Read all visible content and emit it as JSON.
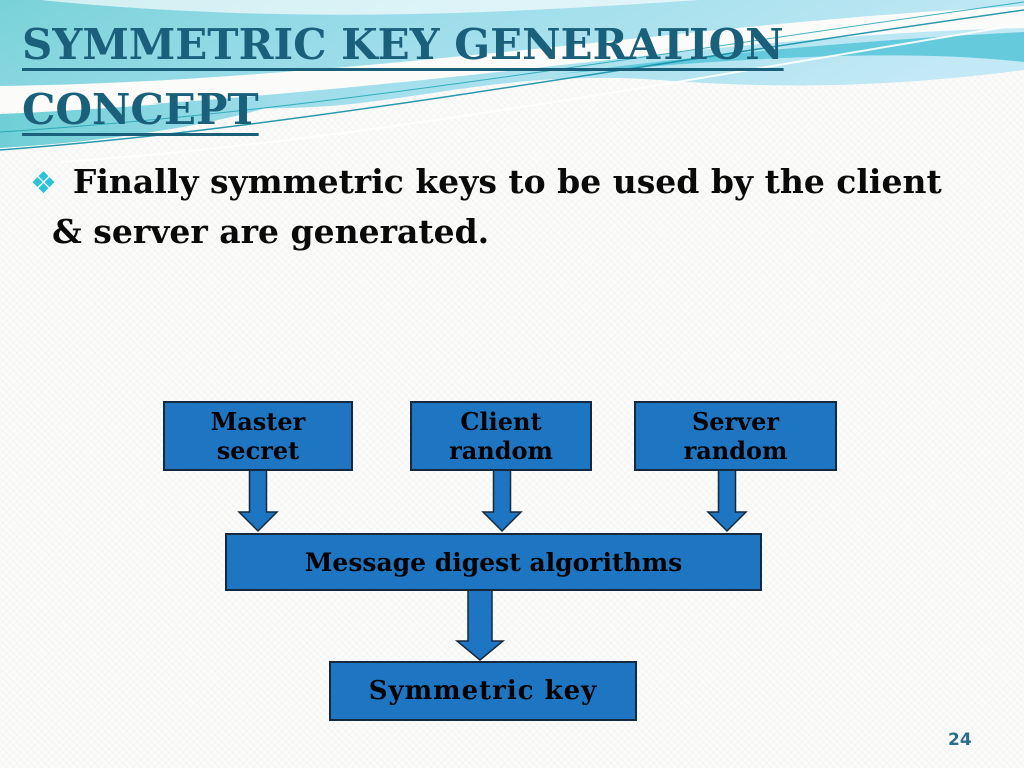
{
  "slide": {
    "title": {
      "line1": "SYMMETRIC KEY GENERATION",
      "line2": "CONCEPT"
    },
    "bullet": {
      "marker": "❖",
      "line1": "Finally symmetric keys to be used by the client",
      "line2": "& server are generated."
    },
    "page_number": "24"
  },
  "diagram": {
    "type": "flowchart",
    "boxes": {
      "master": {
        "line1": "Master",
        "line2": "secret"
      },
      "client": {
        "line1": "Client",
        "line2": "random"
      },
      "server": {
        "line1": "Server",
        "line2": "random"
      },
      "digest": {
        "label": "Message digest algorithms"
      },
      "key": {
        "label": "Symmetric key"
      }
    },
    "edges": [
      "Master secret -> Message digest algorithms",
      "Client random -> Message digest algorithms",
      "Server random -> Message digest algorithms",
      "Message digest algorithms -> Symmetric key"
    ]
  },
  "colors": {
    "title_text": "#1B607A",
    "bullet_marker": "#2BC3D7",
    "body_text": "#0A0A0A",
    "box_fill": "#1E76C2",
    "box_border": "#14293E",
    "arrow_fill": "#1E76C2",
    "page_number": "#2A6E8C",
    "banner_turquoise": "#79D2D8",
    "banner_light_blue": "#C2E9F5",
    "banner_under_band": "#56C4D8",
    "banner_accent_line": "#128FA5"
  }
}
